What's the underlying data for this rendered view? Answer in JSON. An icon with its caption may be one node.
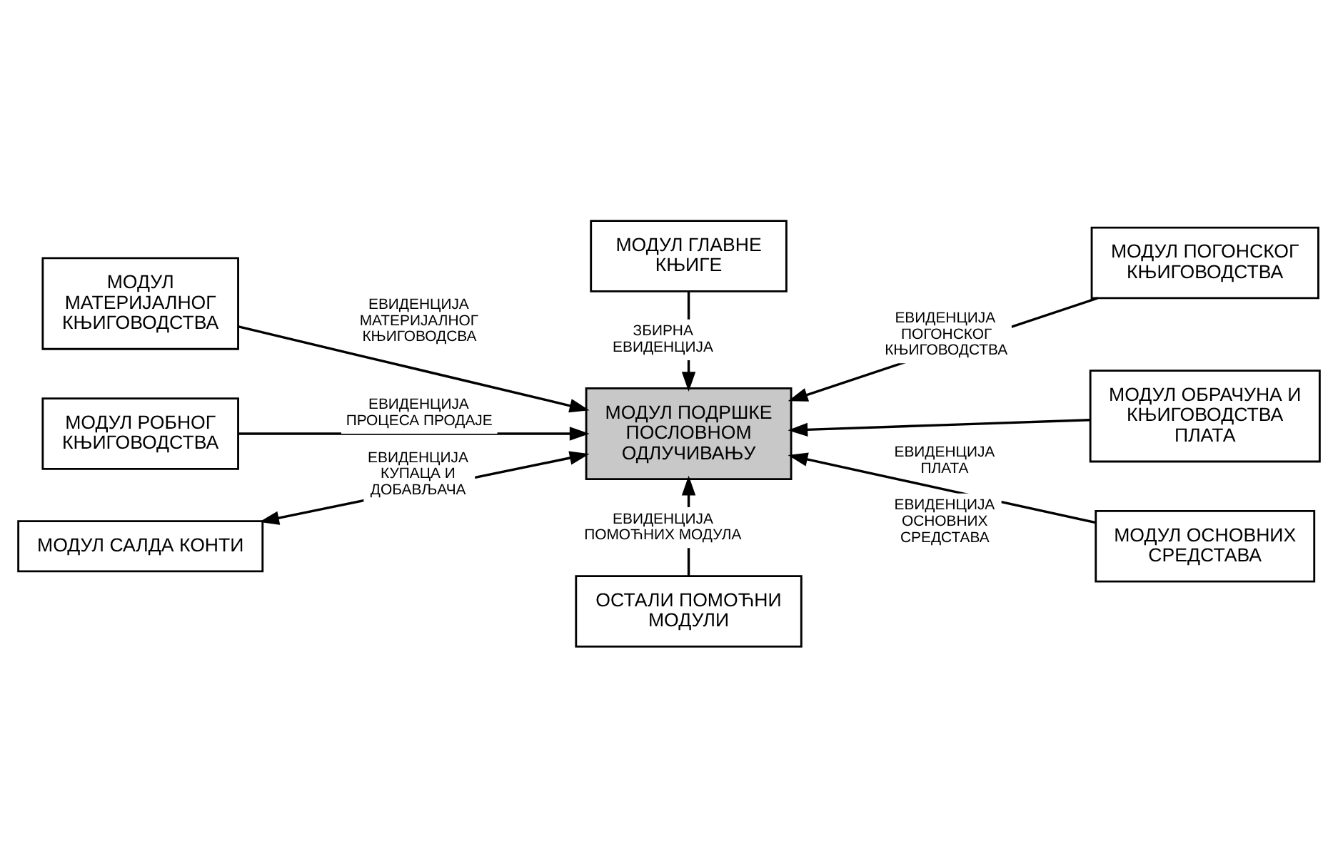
{
  "diagram": {
    "nodes": [
      {
        "text": [
          "МОДУЛ ГЛАВНЕ КЊИГЕ"
        ]
      },
      {
        "text": [
          "МОДУЛ МАТЕРИЈАЛНОГ КЊИГОВОДСТВА"
        ]
      },
      {
        "text": [
          "МОДУЛ ПОГОНСКОГ КЊИГОВОДСТВА"
        ]
      },
      {
        "text": [
          "МОДУЛ РОБНОГ КЊИГОВОДСТВА"
        ]
      },
      {
        "text": [
          "МОДУЛ ПОДРШКЕ ПОСЛОВНОМ ОДЛУЧИВАЊУ"
        ]
      },
      {
        "text": [
          "МОДУЛ ОБРАЧУНА И КЊИГОВОДСТВА ПЛАТА"
        ]
      },
      {
        "text": [
          "МОДУЛ САЛДА КОНТИ"
        ]
      },
      {
        "text": [
          "МОДУЛ ОСНОВНИХ СРЕДСТАВА"
        ]
      },
      {
        "text": [
          "ОСТАЛИ ПОМОЋНИ МОДУЛИ"
        ]
      }
    ],
    "edges": [
      {
        "from": 0,
        "to": 4,
        "arrow": "to",
        "label": "ЗБИРНА ЕВИДЕНЦИЈА"
      },
      {
        "from": 1,
        "to": 4,
        "arrow": "to",
        "label": "ЕВИДЕНЦИЈА МАТЕРИЈАЛНОГ КЊИГОВОДСВА"
      },
      {
        "from": 2,
        "to": 4,
        "arrow": "to",
        "label": "ЕВИДЕНЦИЈА ПОГОНСКОГ КЊИГОВОДСТВА"
      },
      {
        "from": 3,
        "to": 4,
        "arrow": "to",
        "label": "ЕВИДЕНЦИЈА ПРОЦЕСА ПРОДАЈЕ"
      },
      {
        "from": 5,
        "to": 4,
        "arrow": "to",
        "label": "ЕВИДЕНЦИЈА ПЛАТА"
      },
      {
        "from": 6,
        "to": 4,
        "arrow": "both",
        "label": "ЕВИДЕНЦИЈА КУПАЦА И ДОБАВЉАЧА"
      },
      {
        "from": 7,
        "to": 4,
        "arrow": "to",
        "label": "ЕВИДЕНЦИЈА ОСНОВНИХ СРЕДСТАВА"
      },
      {
        "from": 8,
        "to": 4,
        "arrow": "to",
        "label": "ЕВИДЕНЦИЈА ПОМОЋНИХ МОДУЛА"
      }
    ]
  }
}
